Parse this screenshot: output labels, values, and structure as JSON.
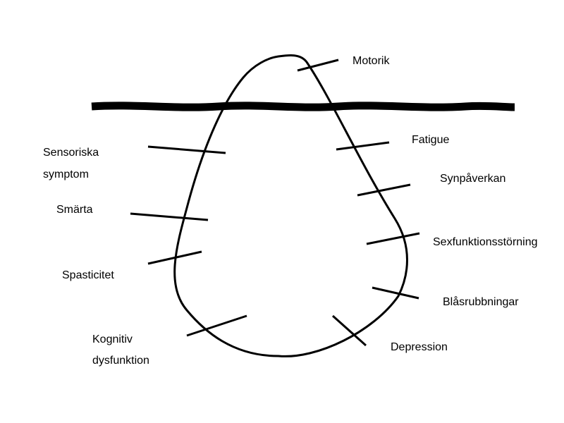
{
  "diagram": {
    "labels": {
      "motorik": "Motorik",
      "fatigue": "Fatigue",
      "sensoriska_line1": "Sensoriska",
      "sensoriska_line2": "symptom",
      "synpaverkan": "Synpåverkan",
      "smarta": "Smärta",
      "sexfunktion": "Sexfunktionsstörning",
      "spasticitet": "Spasticitet",
      "blasrubbningar": "Blåsrubbningar",
      "kognitiv_line1": "Kognitiv",
      "kognitiv_line2": "dysfunktion",
      "depression": "Depression"
    },
    "colors": {
      "stroke": "#000000",
      "background": "#ffffff"
    }
  }
}
